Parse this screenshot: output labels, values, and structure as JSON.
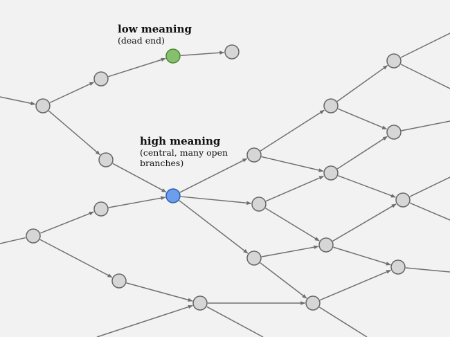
{
  "labels": {
    "low": {
      "title": "low meaning",
      "subtitle": "(dead end)"
    },
    "high": {
      "title": "high meaning",
      "subtitle_line1": "(central, many open",
      "subtitle_line2": "branches)"
    }
  },
  "colors": {
    "background": "#f2f2f2",
    "edge": "#6f6f6f",
    "node_fill": "#d6d6d6",
    "node_stroke": "#666666",
    "low_fill": "#86c06c",
    "low_stroke": "#4b8a35",
    "high_fill": "#6d9eeb",
    "high_stroke": "#2a5fb0"
  },
  "graph": {
    "node_highlights": {
      "n5": "low",
      "n9": "high"
    }
  }
}
